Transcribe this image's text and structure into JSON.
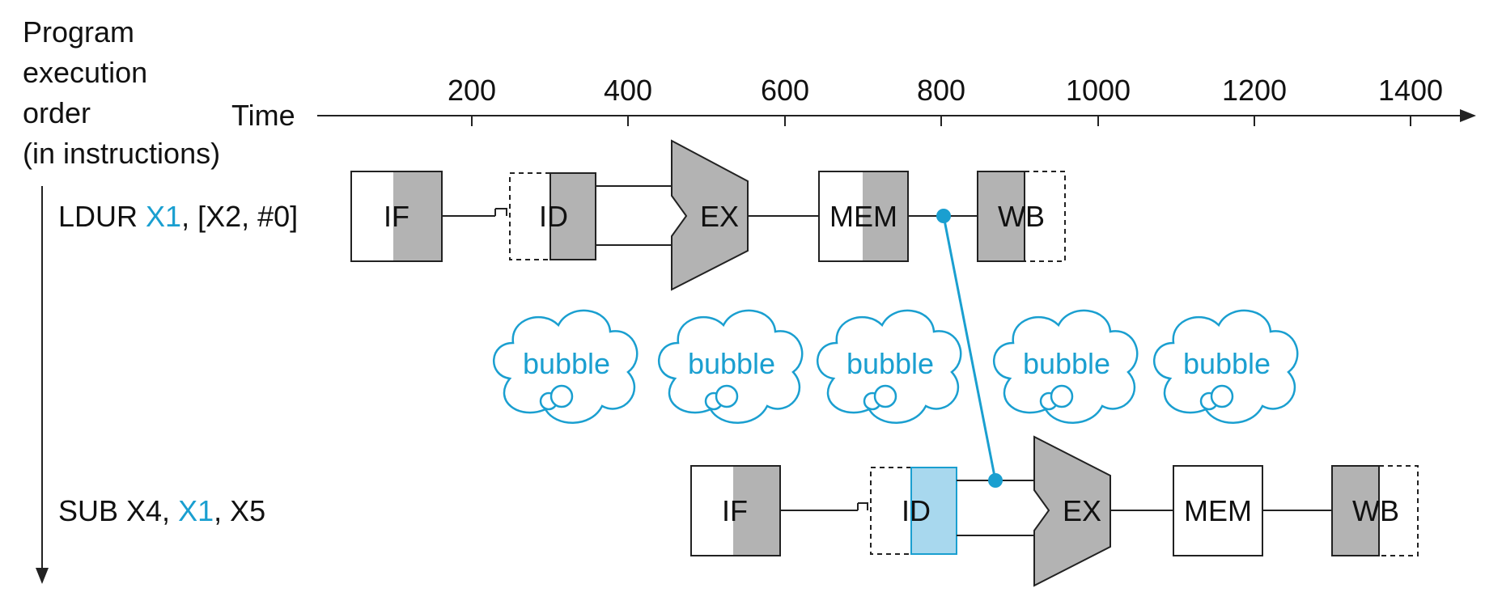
{
  "axis": {
    "order_label_lines": [
      "Program",
      "execution",
      "order",
      "(in instructions)"
    ],
    "time_label": "Time",
    "ticks": [
      "200",
      "400",
      "600",
      "800",
      "1000",
      "1200",
      "1400"
    ]
  },
  "instructions": [
    {
      "parts": [
        {
          "text": "LDUR ",
          "highlight": false
        },
        {
          "text": "X1",
          "highlight": true
        },
        {
          "text": ", [X2, #0]",
          "highlight": false
        }
      ],
      "stages": {
        "if": "IF",
        "id": "ID",
        "ex": "EX",
        "mem": "MEM",
        "wb": "WB"
      }
    },
    {
      "parts": [
        {
          "text": "SUB X4, ",
          "highlight": false
        },
        {
          "text": "X1",
          "highlight": true
        },
        {
          "text": ", X5",
          "highlight": false
        }
      ],
      "stages": {
        "if": "IF",
        "id": "ID",
        "ex": "EX",
        "mem": "MEM",
        "wb": "WB"
      }
    }
  ],
  "bubbles": [
    "bubble",
    "bubble",
    "bubble",
    "bubble",
    "bubble"
  ],
  "colors": {
    "highlight": "#1a9fd0",
    "stage_gray": "#b3b3b3",
    "forward_fill": "#a8d8ee",
    "line": "#222222"
  }
}
